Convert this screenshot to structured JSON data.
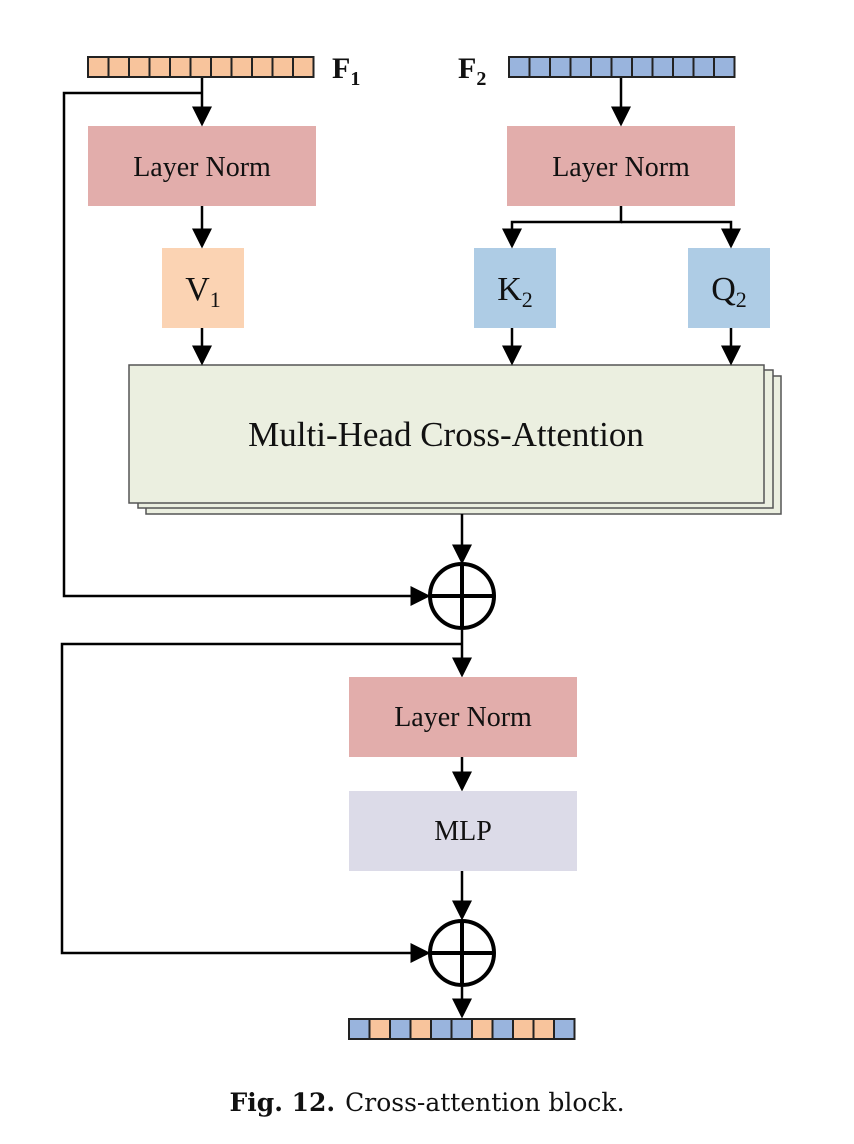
{
  "inputs": {
    "f1": {
      "symbol": "F",
      "subscript": "1",
      "color": "#f8c49c",
      "cells": 11
    },
    "f2": {
      "symbol": "F",
      "subscript": "2",
      "color": "#99b4dd",
      "cells": 11
    }
  },
  "blocks": {
    "layer_norm_left": {
      "label": "Layer Norm",
      "color": "#e2adab"
    },
    "layer_norm_right": {
      "label": "Layer Norm",
      "color": "#e2adab"
    },
    "v1": {
      "symbol": "V",
      "subscript": "1",
      "color": "#fbd3b3"
    },
    "k2": {
      "symbol": "K",
      "subscript": "2",
      "color": "#aecce5"
    },
    "q2": {
      "symbol": "Q",
      "subscript": "2",
      "color": "#aecce5"
    },
    "attention": {
      "label": "Multi-Head Cross-Attention",
      "color": "#ebefe0"
    },
    "layer_norm_bottom": {
      "label": "Layer Norm",
      "color": "#e2adab"
    },
    "mlp": {
      "label": "MLP",
      "color": "#dcdbe8"
    }
  },
  "output": {
    "cell_colors": [
      "#99b4dd",
      "#f8c49c",
      "#99b4dd",
      "#f8c49c",
      "#99b4dd",
      "#99b4dd",
      "#f8c49c",
      "#99b4dd",
      "#f8c49c",
      "#f8c49c",
      "#99b4dd"
    ]
  },
  "caption": {
    "figure": "Fig. 12.",
    "text": "Cross-attention block."
  }
}
